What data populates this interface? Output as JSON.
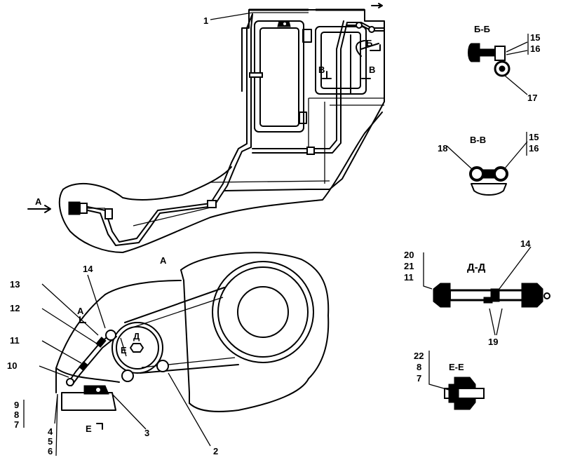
{
  "callouts": {
    "n1": "1",
    "n2": "2",
    "n3": "3",
    "n4": "4",
    "n5": "5",
    "n6": "6",
    "n7": "7",
    "n8": "8",
    "n9": "9",
    "n10": "10",
    "n11": "11",
    "n12": "12",
    "n13": "13",
    "n14": "14",
    "n15": "15",
    "n16": "16",
    "n17": "17",
    "n18": "18",
    "n19": "19",
    "n20": "20",
    "n21": "21",
    "n22": "22"
  },
  "view_markers": {
    "view_a_arrow": "А",
    "view_a_title": "А",
    "section_a": "А",
    "section_d": "Д",
    "section_e": "Е",
    "section_b": "Б",
    "section_v": "В"
  },
  "section_titles": {
    "b_b": "Б-Б",
    "v_v": "В-В",
    "d_d": "Д-Д",
    "e_e": "Е-Е"
  }
}
